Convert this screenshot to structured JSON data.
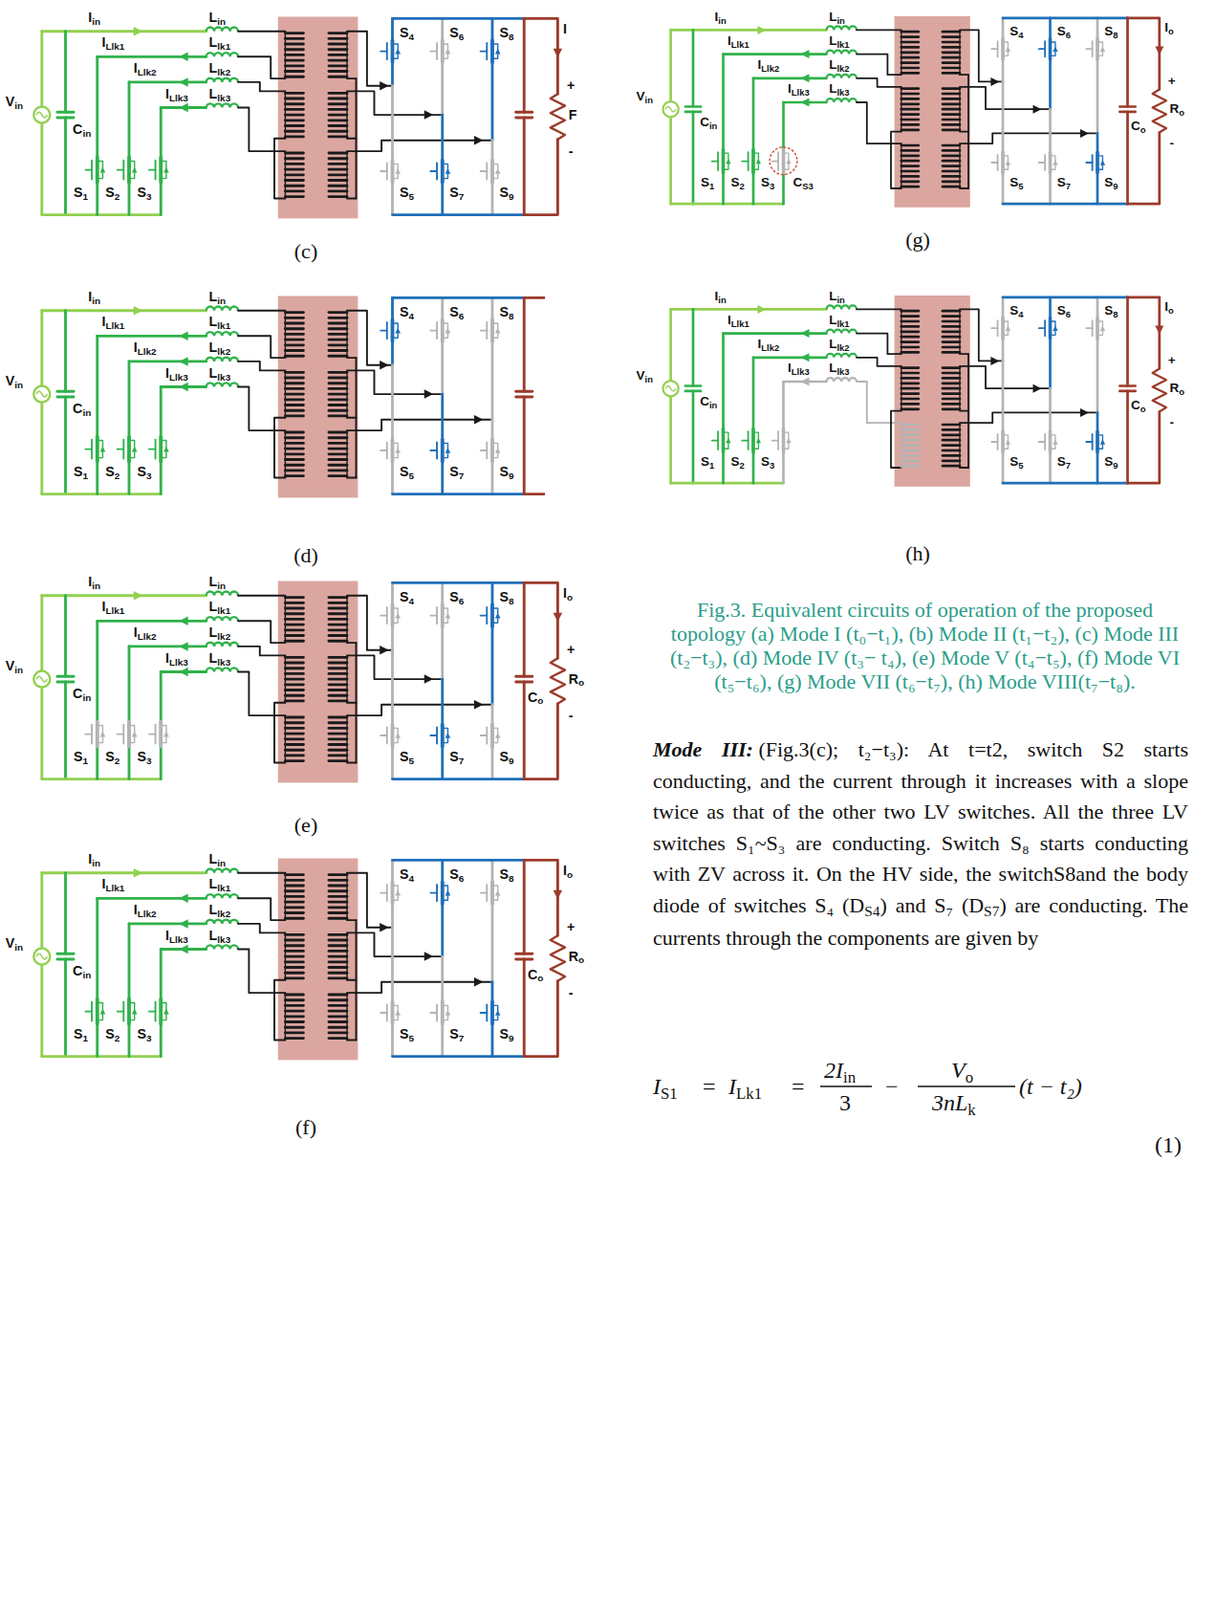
{
  "diagram": {
    "caption": "Fig.3. Equivalent circuits of operation of the proposed topology (a) Mode I (t₀−t₁), (b) Mode II (t₁−t₂), (c) Mode III (t₂−t₃), (d) Mode IV (t₃− t₄), (e) Mode V (t₄−t₅), (f) Mode VI (t₅−t₆), (g) Mode VII (t₆−t₇), (h) Mode VIII(t₇−t₈).",
    "labels": [
      "Iin",
      "Lin",
      "ILlk1",
      "Llk1",
      "ILlk2",
      "Llk2",
      "ILlk3",
      "Llk3",
      "Vin",
      "Cin",
      "S1",
      "S2",
      "S3",
      "S4",
      "S6",
      "S8",
      "S5",
      "S7",
      "S9",
      "I",
      "+",
      "F",
      "-",
      "(c)",
      "Iin",
      "Lin",
      "ILlk1",
      "Llk1",
      "ILlk2",
      "Llk2",
      "ILlk3",
      "Llk3",
      "Vin",
      "Cin",
      "S1",
      "S2",
      "S3",
      "S4",
      "S6",
      "S8",
      "S5",
      "S7",
      "S9",
      "(d)",
      "Iin",
      "Lin",
      "ILlk1",
      "Llk1",
      "ILlk2",
      "Llk2",
      "ILlk3",
      "Llk3",
      "Vin",
      "Cin",
      "S1",
      "S2",
      "S3",
      "S4",
      "S6",
      "S8",
      "S5",
      "S7",
      "S9",
      "Io",
      "+",
      "Co",
      "Ro",
      "-",
      "(e)",
      "Iin",
      "Lin",
      "ILlk1",
      "Llk1",
      "ILlk2",
      "Llk2",
      "ILlk3",
      "Llk3",
      "Vin",
      "Cin",
      "S1",
      "S2",
      "S3",
      "S4",
      "S6",
      "S8",
      "S5",
      "S7",
      "S9",
      "Io",
      "+",
      "Co",
      "Ro",
      "-",
      "(f)",
      "Iin",
      "Lin",
      "ILlk1",
      "Llk1",
      "ILlk2",
      "Llk2",
      "ILlk3",
      "Llk3",
      "Vin",
      "Cin",
      "S1",
      "S2",
      "S3",
      "CS3",
      "S4",
      "S6",
      "S8",
      "S5",
      "S7",
      "S9",
      "Io",
      "+",
      "Co",
      "Ro",
      "-",
      "(g)",
      "Iin",
      "Lin",
      "ILlk1",
      "Llk1",
      "ILlk2",
      "Llk2",
      "ILlk3",
      "Llk3",
      "Vin",
      "Cin",
      "S1",
      "S2",
      "S3",
      "S4",
      "S6",
      "S8",
      "S5",
      "S7",
      "S9",
      "Io",
      "+",
      "Co",
      "Ro",
      "-",
      "(h)",
      "Mode III:",
      "(Fig.3(c); t₂−t₃): At t=t2, switch S2 starts conducting, and the current through it increases with a slope twice as that of the other two LV switches. All the three LV switches S₁~S₃ are conducting. Switch S₈ starts conducting with ZV across it. On the HV side, the switchS8and the body diode of switches S₄ (D",
      "S4",
      ") and S₇ (D",
      "S7",
      ") are conducting. The currents through the components are given by",
      "IS1",
      "=",
      "ILk1",
      "=",
      "2Iin",
      "3",
      "−",
      "Vo",
      "3nLk",
      "(t − t₂)",
      "(1)"
    ]
  }
}
